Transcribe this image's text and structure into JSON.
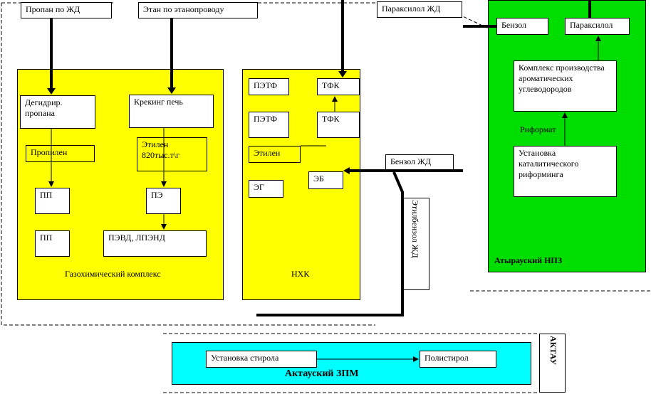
{
  "sources": {
    "propane_rail": "Пропан по ЖД",
    "ethane_pipeline": "Этан по этанопроводу",
    "paraxylene_rail": "Параксилол ЖД",
    "benzene_rail": "Бензол ЖД",
    "ethylbenzene_rail": "Этилбензол ЖД"
  },
  "gas_chem": {
    "title": "Газохимический комплекс",
    "dehydro": "Дегидрир. пропана",
    "cracking": "Крекинг печь",
    "ethylene": "Этилен 820тыс.т\\г",
    "propylene": "Пропилен",
    "pp1": "ПП",
    "pp2": "ПП",
    "pe": "ПЭ",
    "ldpe": "ПЭВД, ЛПЭНД"
  },
  "nhk": {
    "title": "НХК",
    "petf1": "ПЭТФ",
    "petf2": "ПЭТФ",
    "tfk1": "ТФК",
    "tfk2": "ТФК",
    "ethylene": "Этилен",
    "eg": "ЭГ",
    "eb": "ЭБ"
  },
  "atyrau": {
    "title": "Атырауский НПЗ",
    "benzene": "Бензол",
    "paraxylene": "Параксилол",
    "aromatics": "Комплекс производства ароматических углеводородов",
    "reformate": "Риформат",
    "reforming": "Установка каталитического риформинга"
  },
  "aktau": {
    "region": "АКТАУ",
    "title": "Актауский ЗПМ",
    "styrene": "Установка стирола",
    "polystyrene": "Полистирол"
  },
  "colors": {
    "yellow": "#ffff00",
    "green": "#00dd00",
    "cyan": "#00ffff"
  }
}
